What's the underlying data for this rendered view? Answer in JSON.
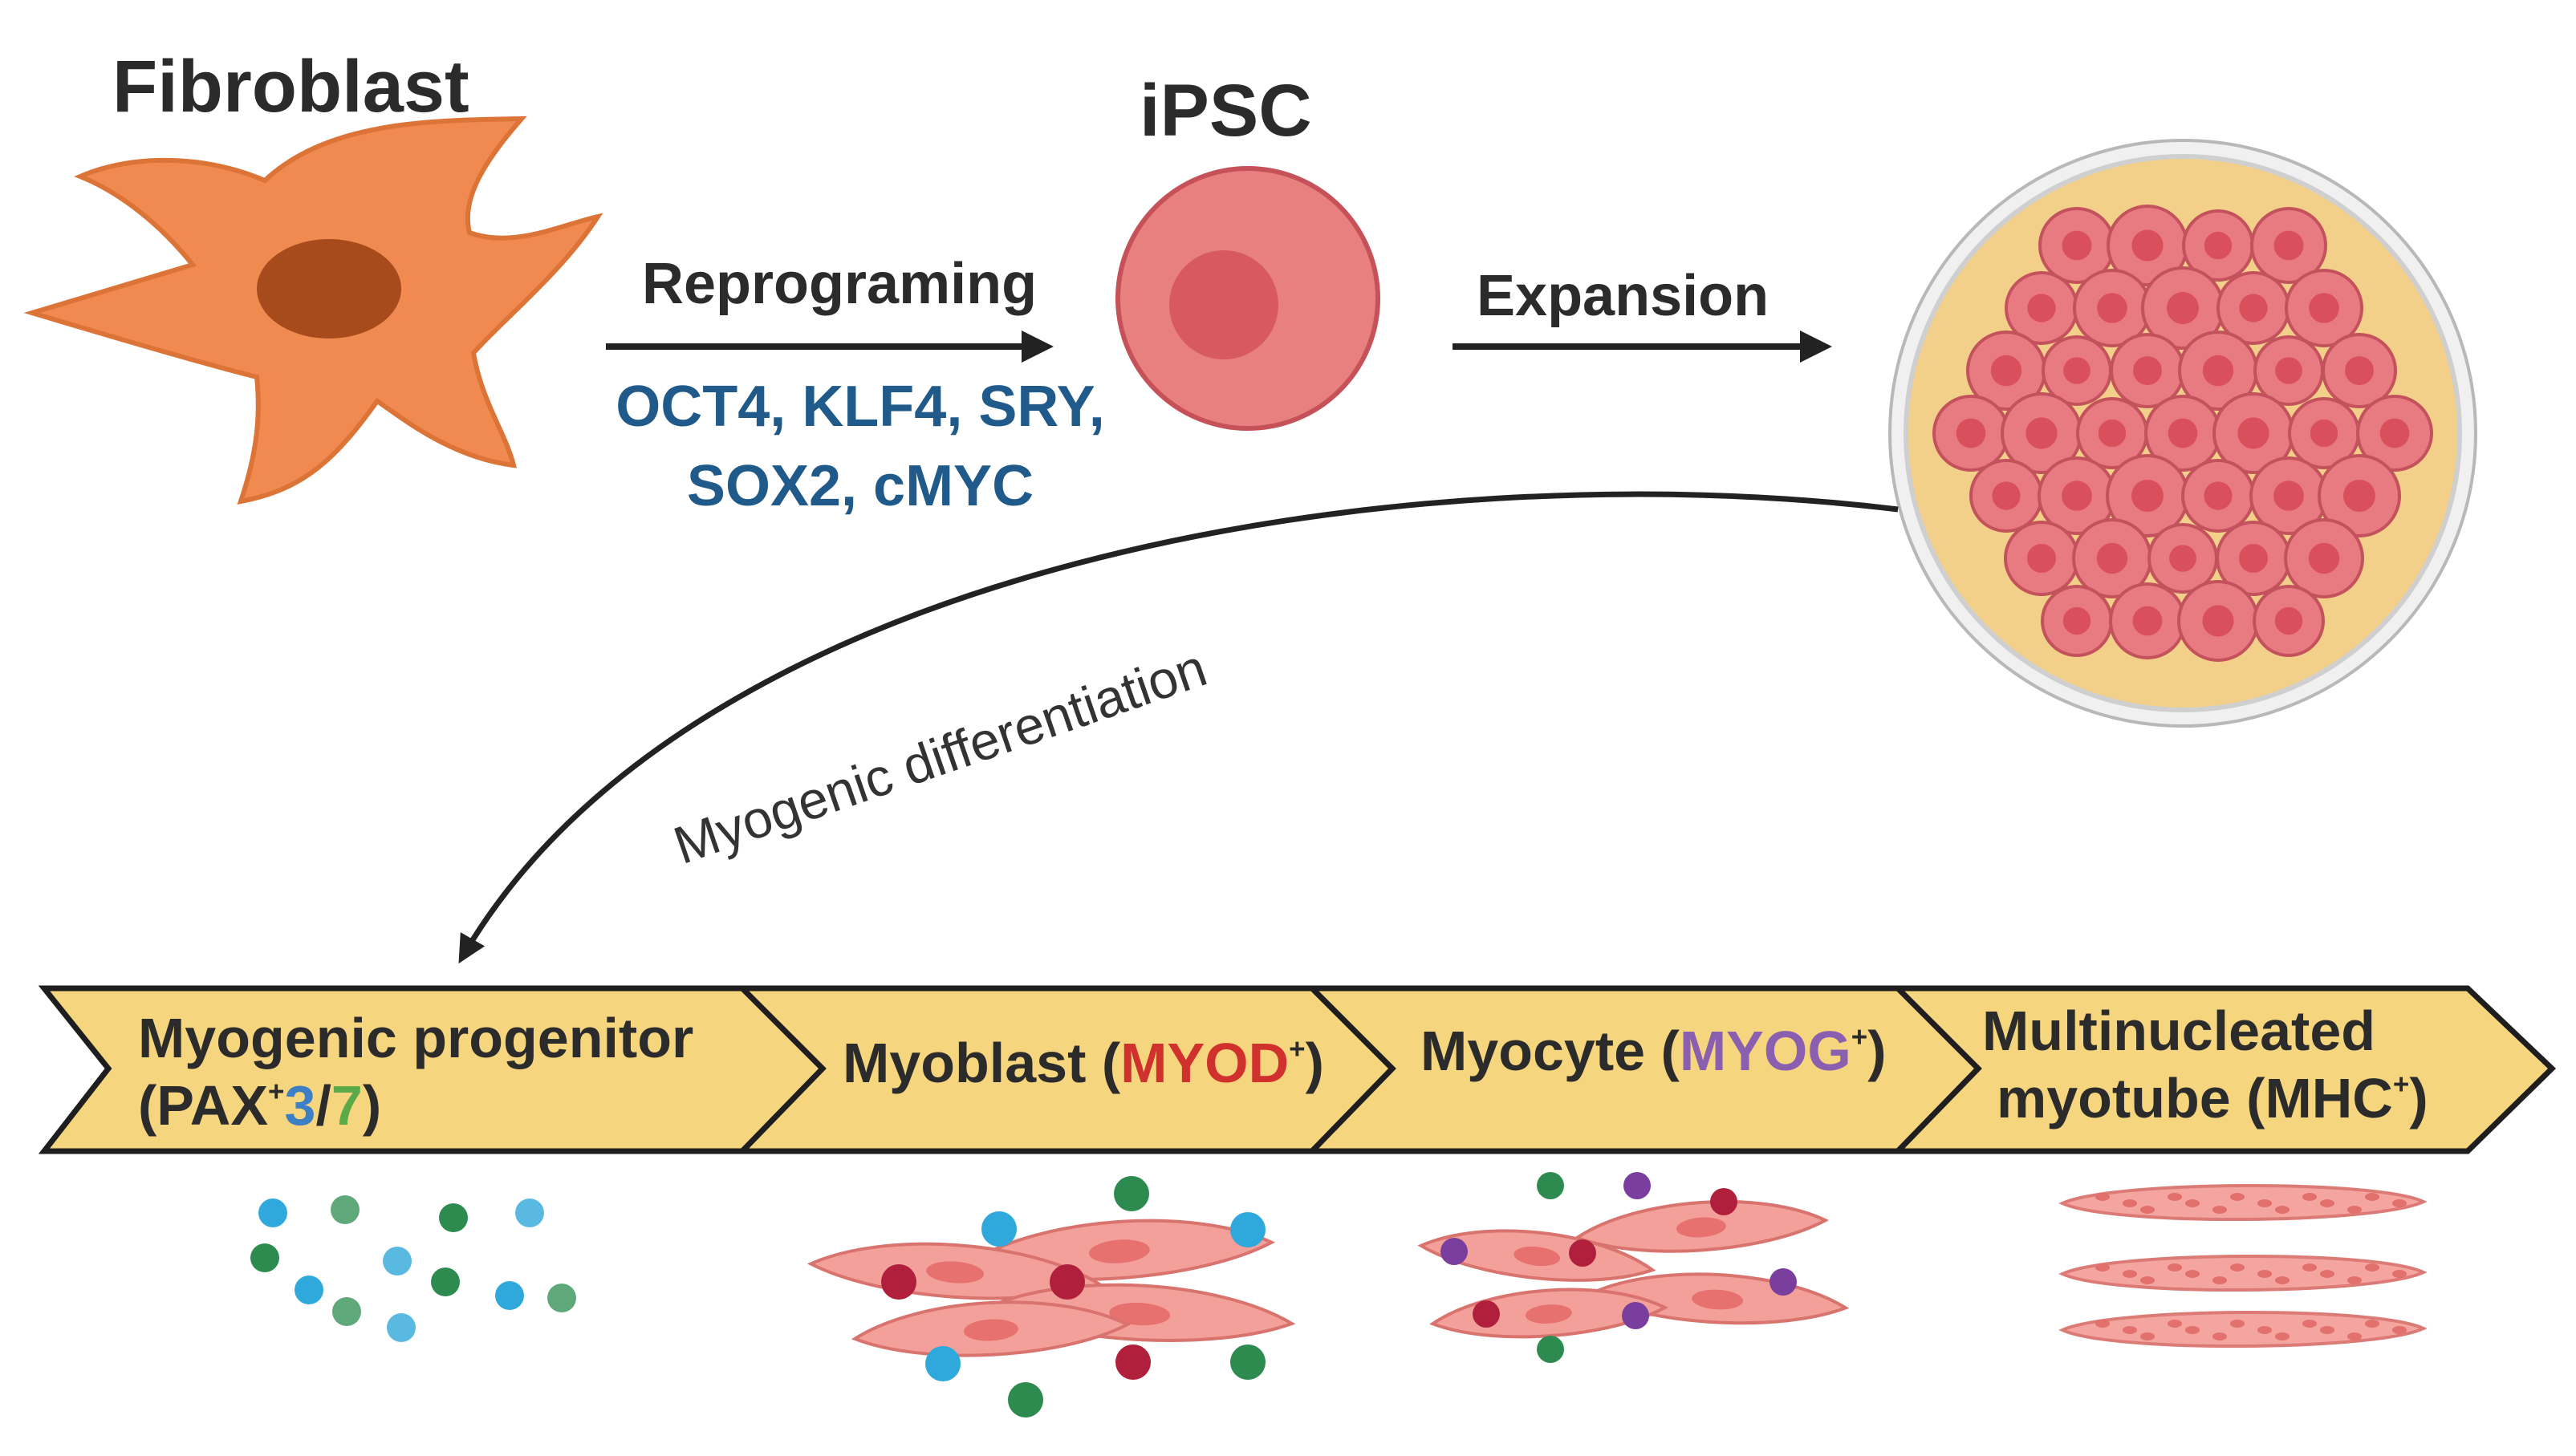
{
  "labels": {
    "fibroblast": "Fibroblast",
    "ipsc": "iPSC",
    "reprogramming": "Reprograming",
    "factors_line1": "OCT4, KLF4, SRY,",
    "factors_line2": "SOX2, cMYC",
    "expansion": "Expansion",
    "differentiation": "Myogenic differentiation"
  },
  "stages": [
    {
      "line1": "Myogenic progenitor",
      "line2_open": "(PAX",
      "sup": "+",
      "m1": "3",
      "slash": "/",
      "m2": "7",
      "close": ")"
    },
    {
      "pre": "Myoblast (",
      "marker": "MYOD",
      "sup": "+",
      "close": ")"
    },
    {
      "pre": "Myocyte (",
      "marker": "MYOG",
      "sup": "+",
      "close": ")"
    },
    {
      "line1": "Multinucleated",
      "line2": "myotube (MHC",
      "sup": "+",
      "close": ")"
    }
  ],
  "colors": {
    "fibroblast_body": "#f08a50",
    "fibroblast_nucleus": "#a84b1c",
    "ipsc_body": "#e88080",
    "ipsc_nucleus": "#d85a60",
    "dish_medium": "#f3d08a",
    "stage_band": "#f5d67e",
    "factors_text": "#1f5a8a",
    "myod": "#d0312d",
    "myog": "#8b5fb0",
    "pax3": "#3c7fc4",
    "pax7": "#5aaa4a",
    "dot_cyan": "#2fa8dc",
    "dot_green": "#2e8b4f",
    "dot_crimson": "#b0203c",
    "dot_purple": "#7a3f9e",
    "myotube": "#f4a5a0"
  }
}
